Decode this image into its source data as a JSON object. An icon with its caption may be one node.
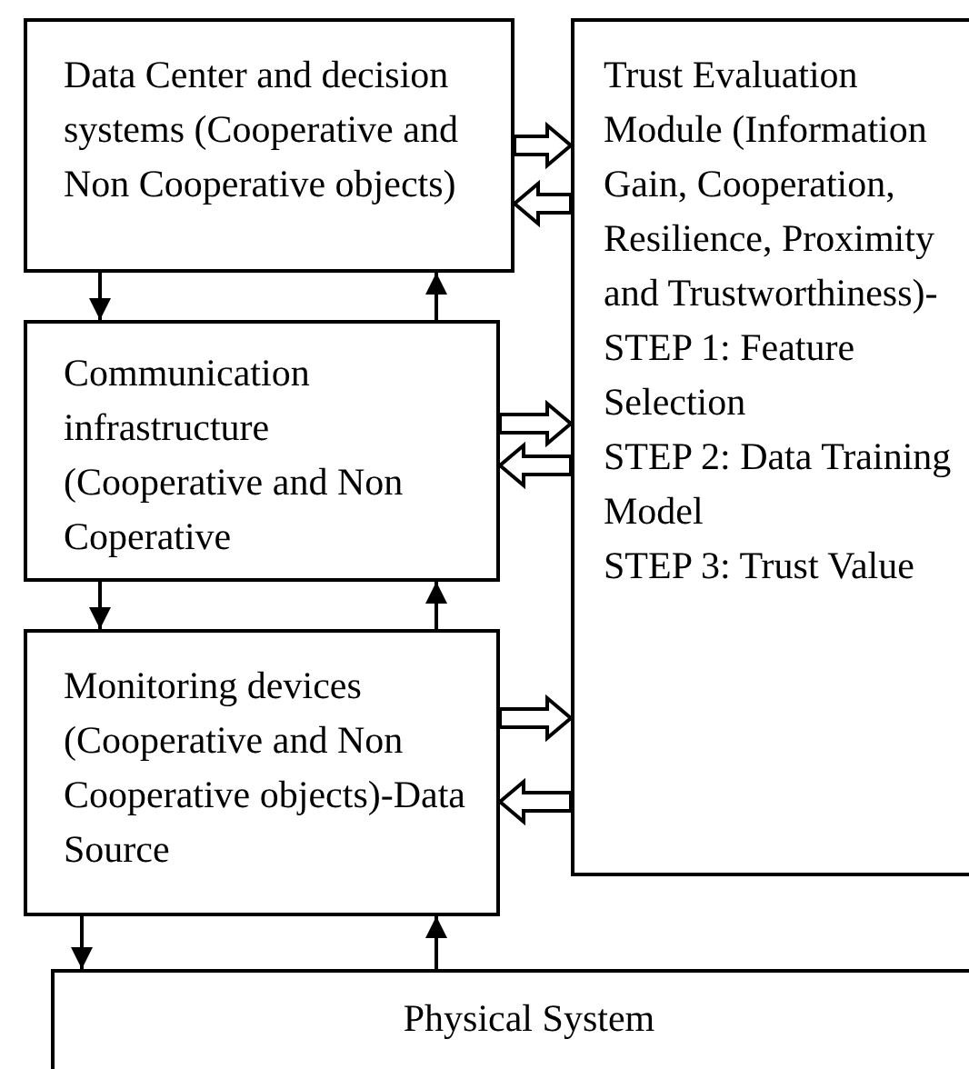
{
  "diagram": {
    "nodes": [
      {
        "text": [
          "Data Center and decision systems (Cooperative and Non Cooperative objects)"
        ]
      },
      {
        "text": [
          "Communication infrastructure (Cooperative and Non Coperative"
        ]
      },
      {
        "text": [
          "Monitoring devices (Cooperative and Non Cooperative objects)-Data Source"
        ]
      },
      {
        "text": [
          "Trust Evaluation Module (Information Gain, Cooperation, Resilience, Proximity and Trustworthiness)-",
          "STEP 1: Feature Selection",
          "STEP 2: Data Training Model",
          "STEP 3: Trust Value"
        ]
      },
      {
        "text": [
          "Physical System"
        ]
      }
    ],
    "edges": [
      {
        "from": 0,
        "to": 1,
        "arrow": "to"
      },
      {
        "from": 1,
        "to": 0,
        "arrow": "to"
      },
      {
        "from": 1,
        "to": 2,
        "arrow": "to"
      },
      {
        "from": 2,
        "to": 1,
        "arrow": "to"
      },
      {
        "from": 2,
        "to": 4,
        "arrow": "to"
      },
      {
        "from": 4,
        "to": 2,
        "arrow": "to"
      },
      {
        "from": 0,
        "to": 3,
        "arrow": "to",
        "style": "thick"
      },
      {
        "from": 3,
        "to": 0,
        "arrow": "to",
        "style": "thick"
      },
      {
        "from": 1,
        "to": 3,
        "arrow": "to",
        "style": "thick"
      },
      {
        "from": 3,
        "to": 1,
        "arrow": "to",
        "style": "thick"
      },
      {
        "from": 2,
        "to": 3,
        "arrow": "to",
        "style": "thick"
      },
      {
        "from": 3,
        "to": 2,
        "arrow": "to",
        "style": "thick"
      }
    ]
  }
}
